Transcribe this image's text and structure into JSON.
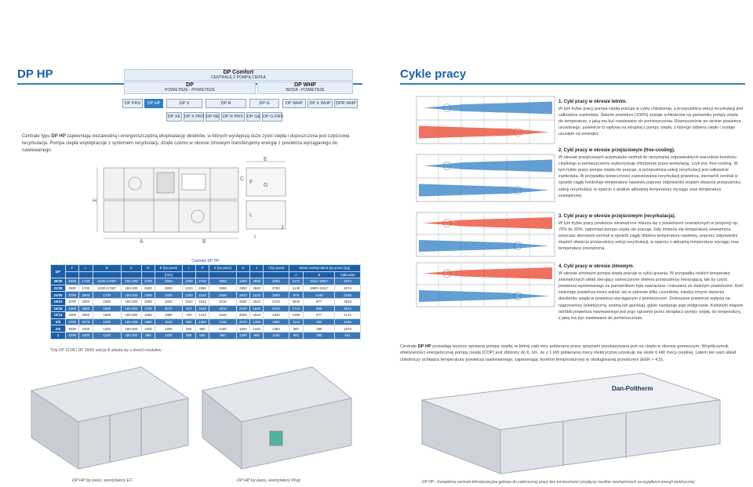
{
  "left": {
    "title": "DP HP",
    "tree": {
      "comfort": {
        "name": "DP Comfort",
        "sub": "CENTRALE Z POMPĄ CIEPŁA"
      },
      "dp": {
        "name": "DP",
        "sub": "POWIETRZE - POWIETRZE"
      },
      "whp": {
        "name": "DP WHP",
        "sub": "WODA - POWIETRZE"
      }
    },
    "models_row1": [
      "DP PRS",
      "DP HP",
      "DP X",
      "DP R",
      "DP G",
      "DP WHP",
      "DP X WHP",
      "DPR WHP"
    ],
    "models_row2": [
      "DP XE",
      "DP X PRS",
      "DP RE",
      "DP R PRS",
      "DP GE",
      "DP G PRS"
    ],
    "intro_pre": "Centrale typu ",
    "intro_bold": "DP HP",
    "intro_post": " zapewniają niezawodną i energooszczędną eksploatację obiektów, w których występują duże zyski ciepła i dopuszczona jest częściowa recyrkulacja. Pompa ciepła współpracuje z systemem recyrkulacji, dzięki czemu w okresie zimowym transferujemy energię z powietrza wyciąganego do nawiewanego.",
    "table": {
      "title": "Centrale DP HP",
      "row_label": "DP",
      "head": [
        "",
        "F",
        "L",
        "B",
        "C",
        "G",
        "E (by-pass)",
        "I",
        "P",
        "K (by-pass)",
        "O",
        "J",
        "I (by-pass)",
        "Masa maksymalna (by-pass) [kg]"
      ],
      "unit_row": [
        "",
        "",
        "",
        "",
        "",
        "",
        "[mm]",
        "",
        "",
        "",
        "",
        "",
        "",
        "A",
        "B",
        "Całkowita"
      ],
      "rows": [
        [
          "39/30",
          "4300",
          "1730",
          "2100+1700*",
          "150-200",
          "4700",
          "3300",
          "1300",
          "2760",
          "2860",
          "1900",
          "2860",
          "3000",
          "1271",
          "2311+1981*",
          "4374"
        ],
        [
          "31/38",
          "3500",
          "1700",
          "2100+1700*",
          "150-200",
          "2600",
          "2800",
          "1210",
          "2360",
          "2560",
          "2900",
          "2560",
          "2760",
          "1140",
          "1890+1041*",
          "4074"
        ],
        [
          "24/30",
          "3700",
          "3000",
          "1700",
          "150-200",
          "2350",
          "2400",
          "1200",
          "2210",
          "2500",
          "2670",
          "2210",
          "2500",
          "975",
          "1440",
          "3169"
        ],
        [
          "19/23",
          "4700",
          "3000",
          "1590",
          "150-200",
          "2050",
          "2250",
          "1010",
          "1810",
          "2010",
          "2500",
          "2010",
          "2210",
          "2842",
          "877",
          "2919"
        ],
        [
          "15/18",
          "4200",
          "2800",
          "1590",
          "150-200",
          "1700",
          "2070",
          "870",
          "1640",
          "1810",
          "2100",
          "1640",
          "2010",
          "1714",
          "838",
          "2612"
        ],
        [
          "10/14",
          "4300",
          "2800",
          "1580",
          "150-200",
          "1650",
          "1880",
          "760",
          "1410",
          "1640",
          "2000",
          "1610",
          "1840",
          "1495",
          "677",
          "2172"
        ],
        [
          "6/9",
          "3700",
          "2670",
          "1200",
          "150-200",
          "1550",
          "1610",
          "560",
          "1360",
          "1410",
          "2070",
          "1400",
          "1600",
          "1113",
          "432",
          "1545"
        ],
        [
          "2/5",
          "3600",
          "2400",
          "1200",
          "150-200",
          "1200",
          "1400",
          "560",
          "960",
          "1160",
          "1600",
          "1160",
          "1360",
          "987",
          "386",
          "1373"
        ],
        [
          "1",
          "3200",
          "1900",
          "1100",
          "150-200",
          "990",
          "1200",
          "580",
          "660",
          "960",
          "1300",
          "960",
          "1160",
          "651",
          "290",
          "941"
        ]
      ],
      "note": "*Dla DP 31/38 i DP 39/50 sekcja B składa się z dwóch modułów."
    },
    "dims": [
      "E",
      "C",
      "F",
      "G",
      "L",
      "B",
      "A",
      "I",
      "H",
      "J"
    ],
    "caption_ec": "DP HP by-pass, wentylatory EC",
    "caption_plug": "DP HP by-pass, wentylatory Plug"
  },
  "right": {
    "title": "Cykle pracy",
    "cycles": [
      {
        "head": "1. Cykl pracy w okresie letnim.",
        "body": "W tym trybie pracy pompa ciepła pracuje w cyklu chłodzenia, a przepustnica sekcji recyrkulacji jest całkowicie zamknięta. Świeże powietrze (100%) zostaje schłodzone na parowniku pompy ciepła do temperatury, z jaką ma być nawiewane do pomieszczenia. Równocześnie po stronie powietrza usuwanego, powietrze to wpływa na skraplacz pompy ciepła, z którego odbiera ciepło i zostaje usunięte na zewnątrz."
      },
      {
        "head": "2. Cykl pracy w okresie przejściowym (free-cooling).",
        "body": "W okresie przejściowym automatyka centrali do utrzymania odpowiedniych warunków komfortu cieplnego w pomieszczeniu wykorzystuje chłodzenie przez wentylację, czyli tzw. free-cooling. W tym trybie pracy pompa ciepła nie pracuje, a przepustnica sekcji recyrkulacji jest całkowicie zamknięta. W przypadku konieczności zastosowania recyrkulacji powietrza, sterownik centrali w sposób ciągły kontroluje temperaturę nawiewu poprzez odpowiedni stopień otwarcia przepustnicy sekcji recyrkulacji, w oparciu o analizę aktualnej temperatury wyciągu oraz temperatury zewnętrznej."
      },
      {
        "head": "3. Cykl pracy w okresie przejściowym (recyrkulacja).",
        "body": "W tym trybie pracy powietrze wewnętrzne miesza się z powietrzem zewnętrznym w proporcji np. 70% do 30%, natomiast pompa ciepła nie pracuje. Gdy zmienia się temperatura zewnętrzna, wówczas sterownik centrali w sposób ciągły dobiera temperaturę nawiewu, poprzez odpowiedni stopień otwarcia przepustnicy sekcji recyrkulacji, w oparciu o aktualną temperaturę wyciągu oraz temperaturę zewnętrzną."
      },
      {
        "head": "4. Cykl pracy w okresie zimowym.",
        "body": "W okresie zimowym pompa ciepła pracuje w cyklu grzania. W przypadku niskich temperatur zewnętrznych układ sterujący samoczynnie otwiera przepustnicę mieszającą, tak by część powietrza wywiewanego za parownikiem była zawracana i mieszana ze świeżym powietrzem. Ilość świeżego powietrza może wahać się w zakresie kilku czynników, między innymi stężenia dwutlenku węgla w powietrzu wyciąganym z pomieszczeń. Zmieszane powietrze wpływa na nagrzewnicę (elektryczną, wodną lub gazową), gdzie następuje jego podgrzanie. Kolejnym etapem obróbki powietrza nawiewanego jest jego ogrzanie przez skraplacz pompy ciepła, do temperatury, z jaką ma być nawiewane do pomieszczenia."
      }
    ],
    "summary_pre": "Centrale ",
    "summary_bold": "DP HP",
    "summary_post": " posiadają wysoce sprawną pompę ciepła, w której cała moc pobierana przez sprężarki przekazywana jest na ciepło w okresie grzewczym. Współczynnik efektywności energetycznej pompy ciepła (COP) jest zbliżony do 6, tzn. że z 1 kW pobieranej mocy elektrycznej uzyskuje się około 6 kW mocy cieplnej. Latem ten sam układ chłodniczy ochładza temperaturę powietrza nawiewanego, zapewniając komfort temperaturowy w obsługiwanej przestrzeni (EER ≈ 4,5).",
    "brand": "Dan-Poltherm",
    "caption": "DP HP - Kompletna centrala klimatyzacyjna gotowa do całorocznej pracy bez konieczności przyłączy mediów zewnętrznych za wyjątkiem energii elektrycznej"
  },
  "colors": {
    "brand_blue": "#1a5fa8",
    "warm": "#e8432a",
    "cool": "#2f7fc4"
  }
}
